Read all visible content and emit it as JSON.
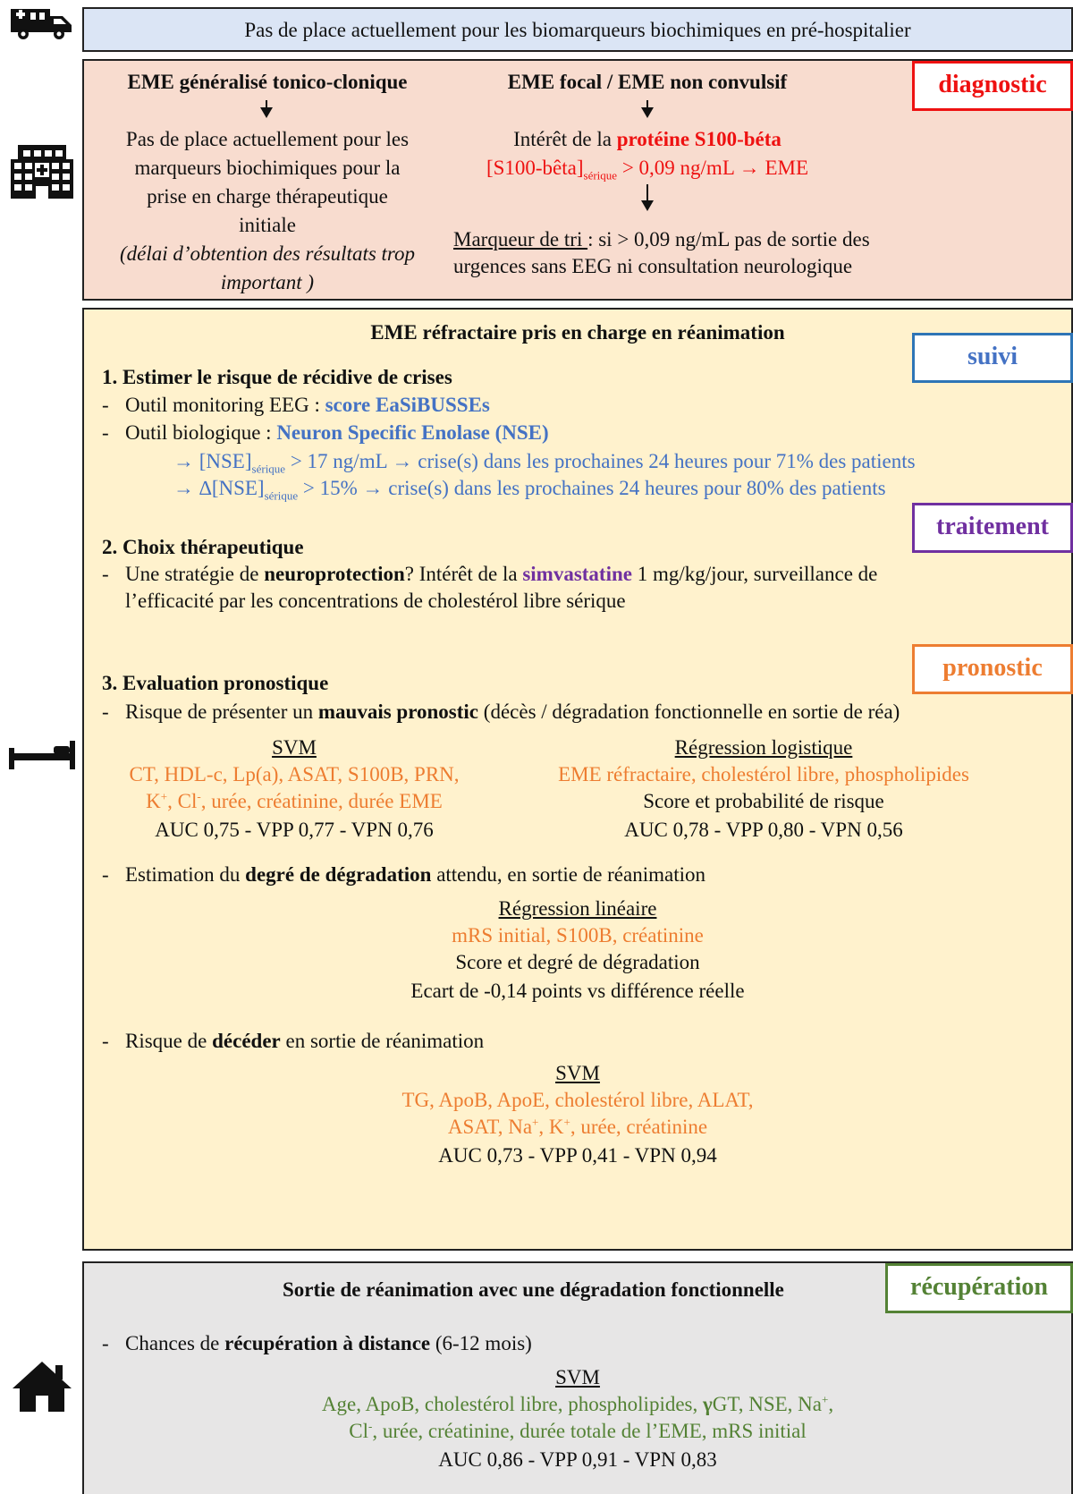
{
  "prehospital": {
    "text": "Pas de place actuellement pour les biomarqueurs biochimiques en pré-hospitalier"
  },
  "diagnostic": {
    "tag": "diagnostic",
    "left_title": "EME généralisé tonico-clonique",
    "left_lines": [
      "Pas de place actuellement pour les",
      "marqueurs biochimiques pour la",
      "prise en charge thérapeutique",
      "initiale"
    ],
    "left_note_lines": [
      "(délai d’obtention des résultats trop",
      "important )"
    ],
    "right_title": "EME focal / EME non convulsif",
    "interet_prefix": "Intérêt de la ",
    "interet_marker": "protéine S100-béta",
    "threshold_main": "[S100-bêta]",
    "threshold_sub": "sérique",
    "threshold_rest": " > 0,09 ng/mL → EME",
    "tri_label": "Marqueur de tri ",
    "tri_line1": ": si > 0,09 ng/mL pas de sortie des",
    "tri_line2": "urgences sans EEG ni consultation neurologique"
  },
  "rea": {
    "title": "EME réfractaire pris en charge en réanimation",
    "tags": {
      "suivi": "suivi",
      "traitement": "traitement",
      "pronostic": "pronostic"
    },
    "s1_title": "1.  Estimer le risque de récidive de crises",
    "s1_eeg_prefix": "Outil monitoring EEG : ",
    "s1_eeg_score": "score EaSiBUSSEs",
    "s1_bio_prefix": "Outil biologique : ",
    "s1_bio_marker": "Neuron Specific Enolase (NSE)",
    "s1_r1_a": "→ [NSE]",
    "s1_r1_sub": "sérique",
    "s1_r1_b": " > 17 ng/mL → crise(s) dans les prochaines 24 heures pour 71% des patients",
    "s1_r2_a": "→ ∆[NSE]",
    "s1_r2_sub": "sérique",
    "s1_r2_b": " > 15% → crise(s) dans les prochaines 24 heures pour 80% des patients",
    "s2_title": "2.  Choix thérapeutique",
    "s2_a": "Une stratégie de ",
    "s2_b": "neuroprotection",
    "s2_c": "? Intérêt de la ",
    "s2_d": "simvastatine",
    "s2_e": " 1 mg/kg/jour, surveillance de",
    "s2_line2": "l’efficacité par les concentrations de cholestérol libre sérique",
    "s3_title": "3.  Evaluation pronostique",
    "s3_risk_a": "Risque de présenter un ",
    "s3_risk_b": "mauvais pronostic",
    "s3_risk_c": " (décès / dégradation fonctionnelle en sortie de réa)",
    "svm1_title": "SVM",
    "svm1_line1": "CT, HDL-c, Lp(a), ASAT, S100B, PRN,",
    "svm1_l2_a": "K",
    "svm1_l2_sup1": "+",
    "svm1_l2_b": ", Cl",
    "svm1_l2_sup2": "-",
    "svm1_l2_c": ", urée, créatinine, durée EME",
    "svm1_perf": "AUC 0,75 - VPP 0,77 - VPN 0,76",
    "reg_title": "Régression logistique",
    "reg_vars": "EME réfractaire, cholestérol libre, phospholipides",
    "reg_score": "Score et probabilité de risque",
    "reg_perf": "AUC 0,78 - VPP 0,80 - VPN 0,56",
    "deg_a": "Estimation du ",
    "deg_b": "degré de dégradation",
    "deg_c": " attendu, en sortie de réanimation",
    "lin_title": "Régression linéaire",
    "lin_vars": "mRS initial, S100B, créatinine",
    "lin_score": "Score et degré de dégradation",
    "lin_perf": "Ecart de -0,14 points vs différence réelle",
    "death_a": "Risque de ",
    "death_b": "décéder",
    "death_c": " en sortie de réanimation",
    "svm2_title": "SVM",
    "svm2_line1": "TG, ApoB, ApoE, cholestérol libre, ALAT,",
    "svm2_l2_a": "ASAT, Na",
    "svm2_l2_sup1": "+",
    "svm2_l2_b": ", K",
    "svm2_l2_sup2": "+",
    "svm2_l2_c": ", urée, créatinine",
    "svm2_perf": "AUC 0,73 - VPP 0,41 - VPN 0,94"
  },
  "recovery": {
    "title": "Sortie de réanimation avec une dégradation fonctionnelle",
    "tag": "récupération",
    "chance_a": "Chances de ",
    "chance_b": "récupération à distance",
    "chance_c": " (6-12 mois)",
    "svm_title": "SVM",
    "l1_a": "Age, ApoB, cholestérol libre, phospholipides, ",
    "l1_gamma": "γ",
    "l1_b": "GT, NSE, Na",
    "l1_sup": "+",
    "l1_c": ",",
    "l2_a": "Cl",
    "l2_sup": "-",
    "l2_b": ", urée, créatinine, durée totale de l’EME, mRS initial",
    "perf": "AUC 0,86 - VPP 0,91 - VPN 0,83"
  },
  "dash": "-",
  "icons": [
    "ambulance-icon",
    "hospital-icon",
    "hospital-bed-icon",
    "home-icon"
  ]
}
